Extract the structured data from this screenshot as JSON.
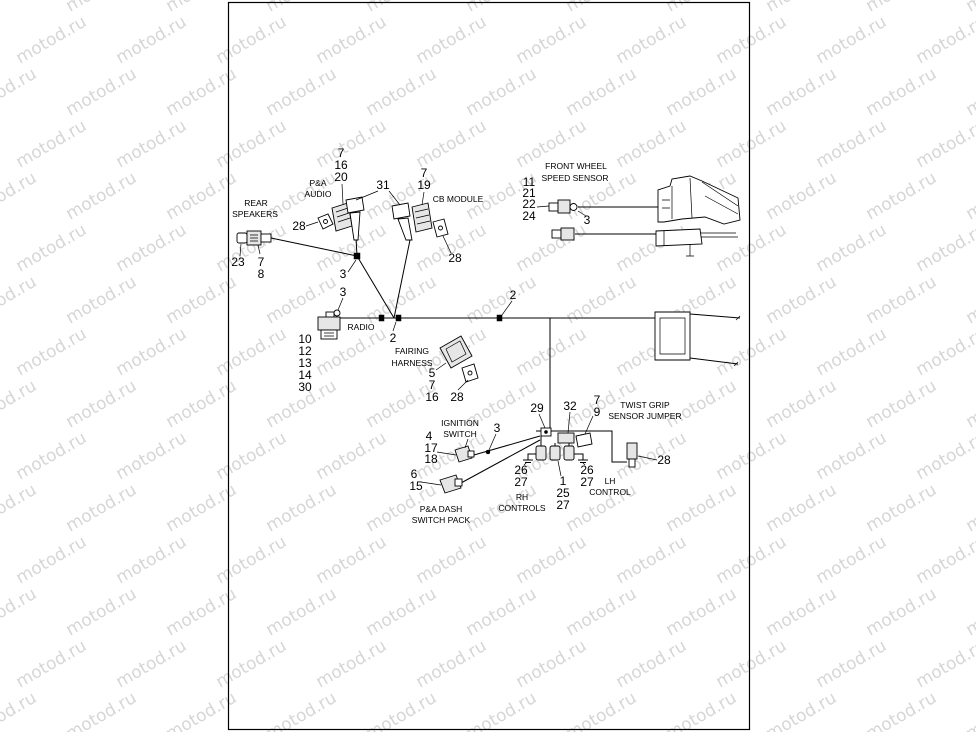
{
  "watermark": "motod.ru",
  "colors": {
    "line": "#000000",
    "watermark": "#d6d6d6",
    "background": "#ffffff"
  },
  "labels": {
    "p_a_audio": [
      "P&A",
      "AUDIO"
    ],
    "cb_module": "CB MODULE",
    "rear_speakers": [
      "REAR",
      "SPEAKERS"
    ],
    "front_wheel_speed_sensor": [
      "FRONT WHEEL",
      "SPEED SENSOR"
    ],
    "radio": "RADIO",
    "fairing_harness": [
      "FAIRING",
      "HARNESS"
    ],
    "twist_grip_sensor_jumper": [
      "TWIST GRIP",
      "SENSOR JUMPER"
    ],
    "ignition_switch": [
      "IGNITION",
      "SWITCH"
    ],
    "rh_controls": [
      "RH",
      "CONTROLS"
    ],
    "lh_control": [
      "LH",
      "CONTROL"
    ],
    "p_a_dash_switch_pack": [
      "P&A DASH",
      "SWITCH PACK"
    ]
  },
  "callouts": {
    "p_a_audio": [
      "7",
      "16",
      "20"
    ],
    "p_a_audio_28": "28",
    "connector_31": "31",
    "cb_module": [
      "7",
      "19"
    ],
    "cb_module_28": "28",
    "rear_speakers": [
      "23",
      "7",
      "8"
    ],
    "harness_3_upper": "3",
    "harness_3_lower": "3",
    "front_wheel_speed_sensor": [
      "11",
      "21",
      "22",
      "24"
    ],
    "speed_sensor_3": "3",
    "main_harness_2_right": "2",
    "main_harness_2_left": "2",
    "radio": [
      "10",
      "12",
      "13",
      "14",
      "30"
    ],
    "fairing_harness": [
      "5",
      "7",
      "16"
    ],
    "fairing_harness_28": "28",
    "connector_29": "29",
    "connector_32": "32",
    "twist_grip_sensor_jumper": [
      "7",
      "9"
    ],
    "ignition_switch": [
      "4",
      "17",
      "18"
    ],
    "ignition_3": "3",
    "lh_control_28": "28",
    "rh_ground_left": [
      "26",
      "27"
    ],
    "rh_ground_right": [
      "26",
      "27"
    ],
    "p_a_dash_switch_pack": [
      "6",
      "15"
    ],
    "rh_controls": [
      "1",
      "25",
      "27"
    ]
  }
}
